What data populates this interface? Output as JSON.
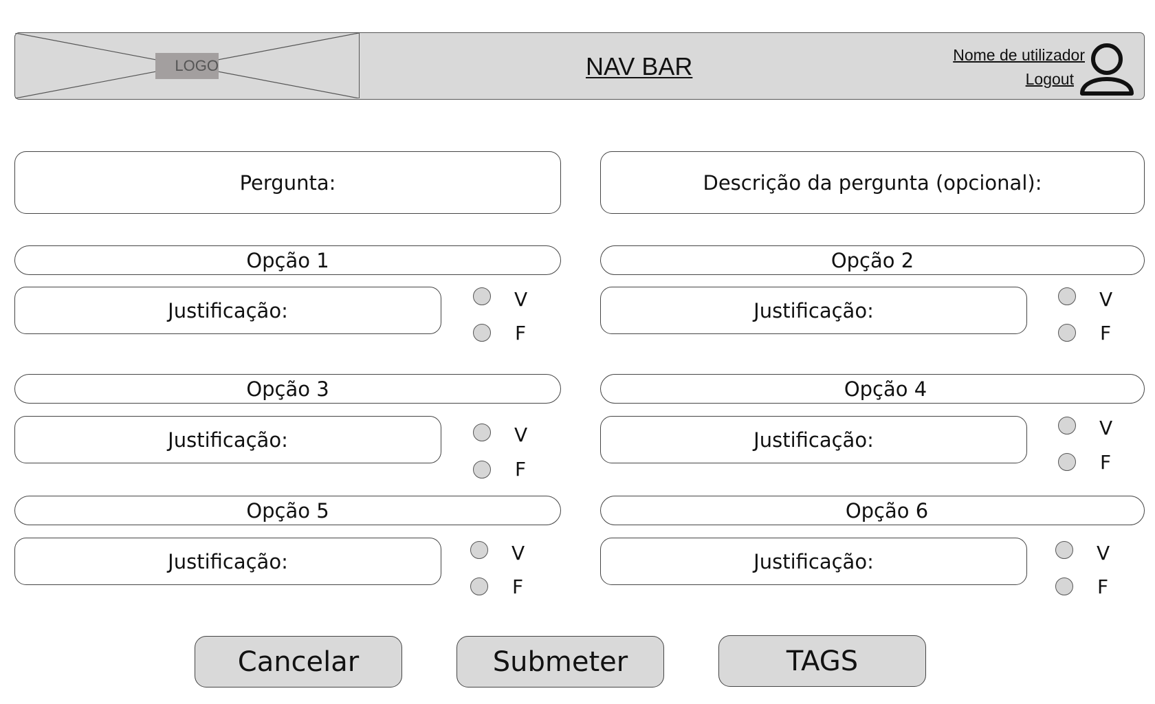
{
  "navbar": {
    "logo_text": "LOGO",
    "title": "NAV BAR",
    "user_name": "Nome de utilizador",
    "logout": "Logout"
  },
  "form": {
    "question_label": "Pergunta:",
    "description_label": "Descrição da pergunta (opcional):",
    "options": [
      {
        "label": "Opção 1",
        "justification": "Justificação:",
        "true_label": "V",
        "false_label": "F"
      },
      {
        "label": "Opção 2",
        "justification": "Justificação:",
        "true_label": "V",
        "false_label": "F"
      },
      {
        "label": "Opção 3",
        "justification": "Justificação:",
        "true_label": "V",
        "false_label": "F"
      },
      {
        "label": "Opção 4",
        "justification": "Justificação:",
        "true_label": "V",
        "false_label": "F"
      },
      {
        "label": "Opção 5",
        "justification": "Justificação:",
        "true_label": "V",
        "false_label": "F"
      },
      {
        "label": "Opção 6",
        "justification": "Justificação:",
        "true_label": "V",
        "false_label": "F"
      }
    ]
  },
  "actions": {
    "cancel": "Cancelar",
    "submit": "Submeter",
    "tags": "TAGS"
  },
  "colors": {
    "navbar_bg": "#d9d9d9",
    "button_bg": "#d9d9d9",
    "radio_fill": "#d6d6d6",
    "logo_label_bg": "#a39f9f",
    "border": "#444444"
  }
}
